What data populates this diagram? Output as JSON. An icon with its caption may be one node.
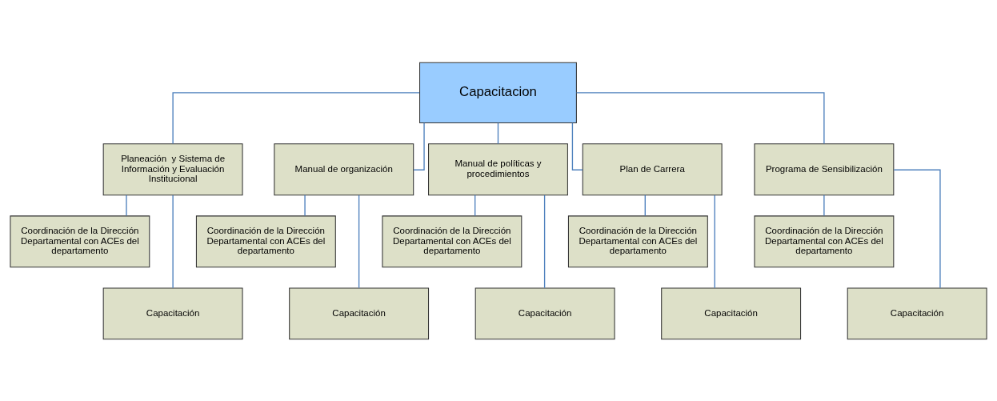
{
  "diagram": {
    "nodes": [
      {
        "text": [
          "Capacitacion"
        ]
      },
      {
        "text": [
          "Planeación  y Sistema de Información y Evaluación Institucional"
        ]
      },
      {
        "text": [
          "Manual de organización"
        ]
      },
      {
        "text": [
          "Manual de políticas y procedimientos"
        ]
      },
      {
        "text": [
          "Plan de Carrera"
        ]
      },
      {
        "text": [
          "Programa de Sensibilización"
        ]
      },
      {
        "text": [
          "Coordinación de la Dirección Departamental con ACEs del departamento"
        ]
      },
      {
        "text": [
          "Coordinación de la Dirección Departamental con ACEs del departamento"
        ]
      },
      {
        "text": [
          "Coordinación de la Dirección Departamental con ACEs del departamento"
        ]
      },
      {
        "text": [
          "Coordinación de la Dirección Departamental con ACEs del departamento"
        ]
      },
      {
        "text": [
          "Coordinación de la Dirección Departamental con ACEs del departamento"
        ]
      },
      {
        "text": [
          "Capacitación"
        ]
      },
      {
        "text": [
          "Capacitación"
        ]
      },
      {
        "text": [
          "Capacitación"
        ]
      },
      {
        "text": [
          "Capacitación"
        ]
      },
      {
        "text": [
          "Capacitación"
        ]
      }
    ],
    "edges": [
      {
        "from": 0,
        "to": 1,
        "arrow": "none"
      },
      {
        "from": 0,
        "to": 2,
        "arrow": "none"
      },
      {
        "from": 0,
        "to": 3,
        "arrow": "none"
      },
      {
        "from": 0,
        "to": 4,
        "arrow": "none"
      },
      {
        "from": 0,
        "to": 5,
        "arrow": "none"
      },
      {
        "from": 1,
        "to": 6,
        "arrow": "none"
      },
      {
        "from": 1,
        "to": 11,
        "arrow": "none"
      },
      {
        "from": 2,
        "to": 7,
        "arrow": "none"
      },
      {
        "from": 2,
        "to": 12,
        "arrow": "none"
      },
      {
        "from": 3,
        "to": 8,
        "arrow": "none"
      },
      {
        "from": 3,
        "to": 13,
        "arrow": "none"
      },
      {
        "from": 4,
        "to": 9,
        "arrow": "none"
      },
      {
        "from": 4,
        "to": 14,
        "arrow": "none"
      },
      {
        "from": 5,
        "to": 10,
        "arrow": "none"
      },
      {
        "from": 5,
        "to": 15,
        "arrow": "none"
      }
    ]
  }
}
